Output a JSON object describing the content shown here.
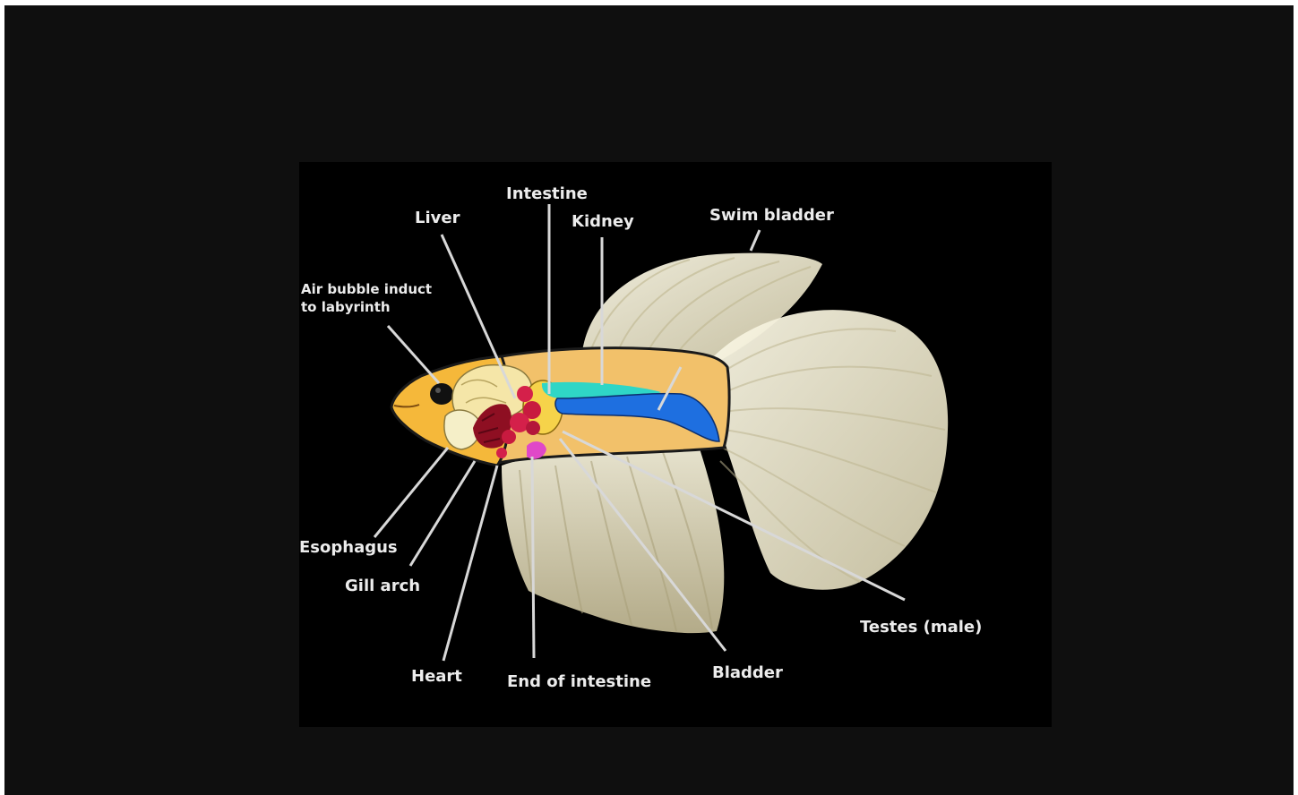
{
  "diagram": {
    "labels": {
      "intestine": "Intestine",
      "liver": "Liver",
      "kidney": "Kidney",
      "swim_bladder": "Swim bladder",
      "air_bubble_line1": "Air bubble induct",
      "air_bubble_line2": "to labyrinth",
      "esophagus": "Esophagus",
      "gill_arch": "Gill arch",
      "heart": "Heart",
      "end_of_intestine": "End of intestine",
      "bladder": "Bladder",
      "testes": "Testes (male)"
    },
    "colors": {
      "background": "#000000",
      "frame": "#0f0f0f",
      "body": "#f2c16a",
      "head": "#f5b83a",
      "kidney": "#2fd6c6",
      "swim_bladder": "#1e6fe0",
      "liver": "#f5e6a8",
      "gills": "#a0102a",
      "heart": "#d4204a",
      "end_intestine": "#e048c8",
      "fins": "#e8e4cf",
      "label_text": "#ececec",
      "leader_lines": "#d8d8d8"
    }
  }
}
